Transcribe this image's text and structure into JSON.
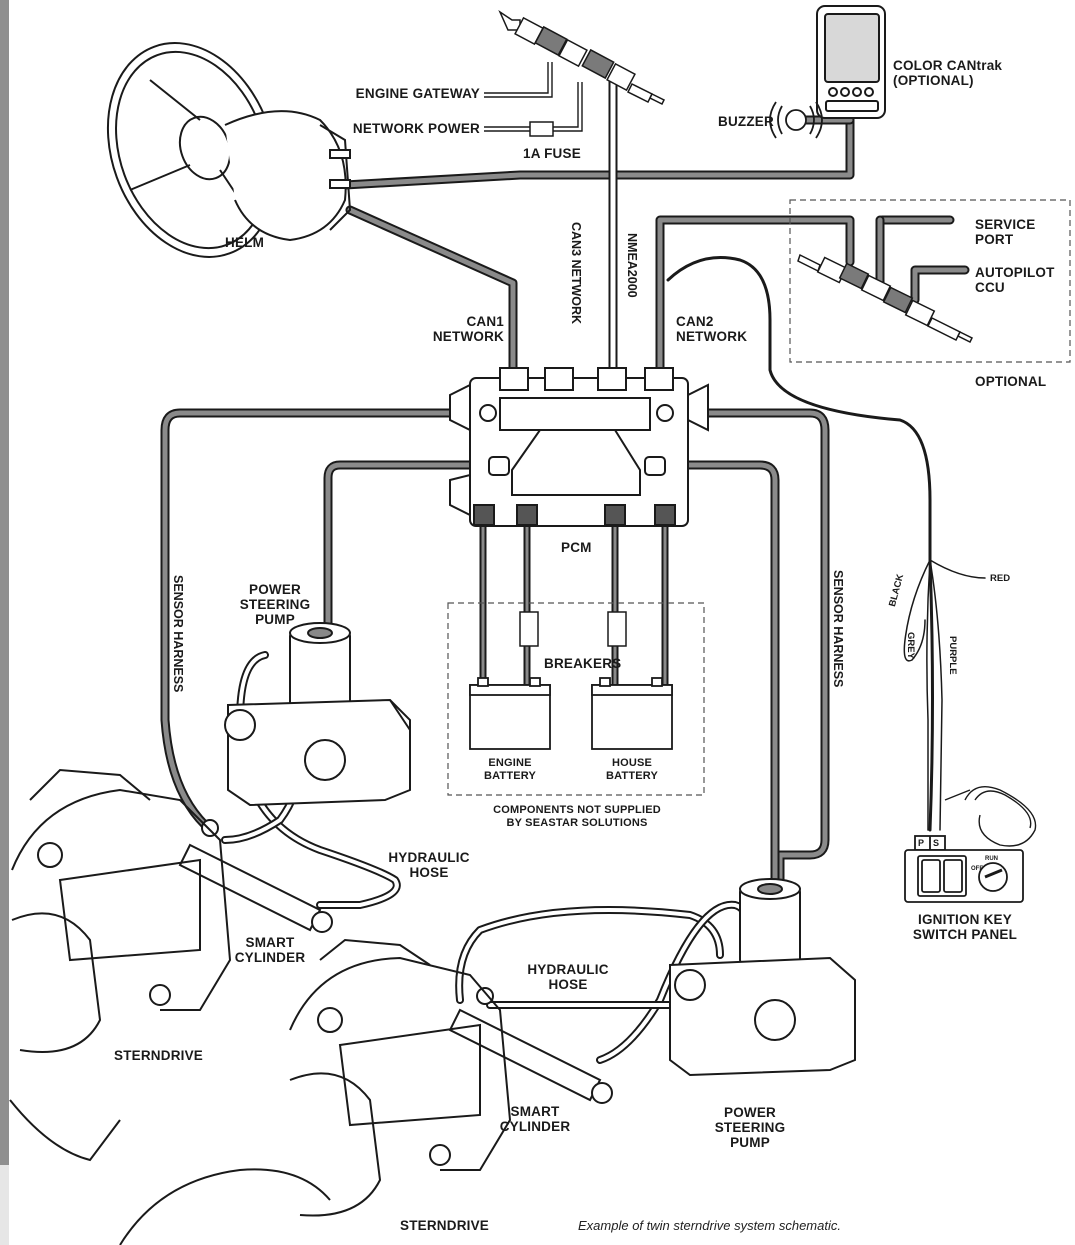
{
  "labels": {
    "engine_gateway": "ENGINE GATEWAY",
    "network_power": "NETWORK POWER",
    "fuse": "1A FUSE",
    "buzzer": "BUZZER",
    "color_cantrak": [
      "COLOR CANtrak",
      "(OPTIONAL)"
    ],
    "helm": "HELM",
    "can3_network": "CAN3 NETWORK",
    "nmea2000": "NMEA2000",
    "service_port": [
      "SERVICE",
      "PORT"
    ],
    "autopilot_ccu": [
      "AUTOPILOT",
      "CCU"
    ],
    "optional": "OPTIONAL",
    "can1_network": [
      "CAN1",
      "NETWORK"
    ],
    "can2_network": [
      "CAN2",
      "NETWORK"
    ],
    "pcm": "PCM",
    "sensor_harness_left": "SENSOR HARNESS",
    "sensor_harness_right": "SENSOR HARNESS",
    "power_steering_pump_left": [
      "POWER",
      "STEERING",
      "PUMP"
    ],
    "breakers": "BREAKERS",
    "engine_battery": [
      "ENGINE",
      "BATTERY"
    ],
    "house_battery": [
      "HOUSE",
      "BATTERY"
    ],
    "components_not_supplied": [
      "COMPONENTS NOT SUPPLIED",
      "BY SEASTAR SOLUTIONS"
    ],
    "wire_black": "BLACK",
    "wire_grey": "GREY",
    "wire_red": "RED",
    "wire_purple": "PURPLE",
    "hydraulic_hose_left": [
      "HYDRAULIC",
      "HOSE"
    ],
    "smart_cylinder_left": [
      "SMART",
      "CYLINDER"
    ],
    "sterndrive_left": "STERNDRIVE",
    "ignition_panel": [
      "IGNITION KEY",
      "SWITCH PANEL"
    ],
    "hydraulic_hose_right": [
      "HYDRAULIC",
      "HOSE"
    ],
    "smart_cylinder_right": [
      "SMART",
      "CYLINDER"
    ],
    "power_steering_pump_right": [
      "POWER",
      "STEERING",
      "PUMP"
    ],
    "sterndrive_bottom": "STERNDRIVE",
    "panel_p": "P",
    "panel_s": "S",
    "key_run": "RUN",
    "key_off": "OFF"
  },
  "caption": "Example of twin sterndrive system schematic.",
  "colors": {
    "cable": "#8a8a8a",
    "cable_outline": "#1a1a1a",
    "line_art": "#1a1a1a",
    "side_bar": "#8f8f8f"
  }
}
